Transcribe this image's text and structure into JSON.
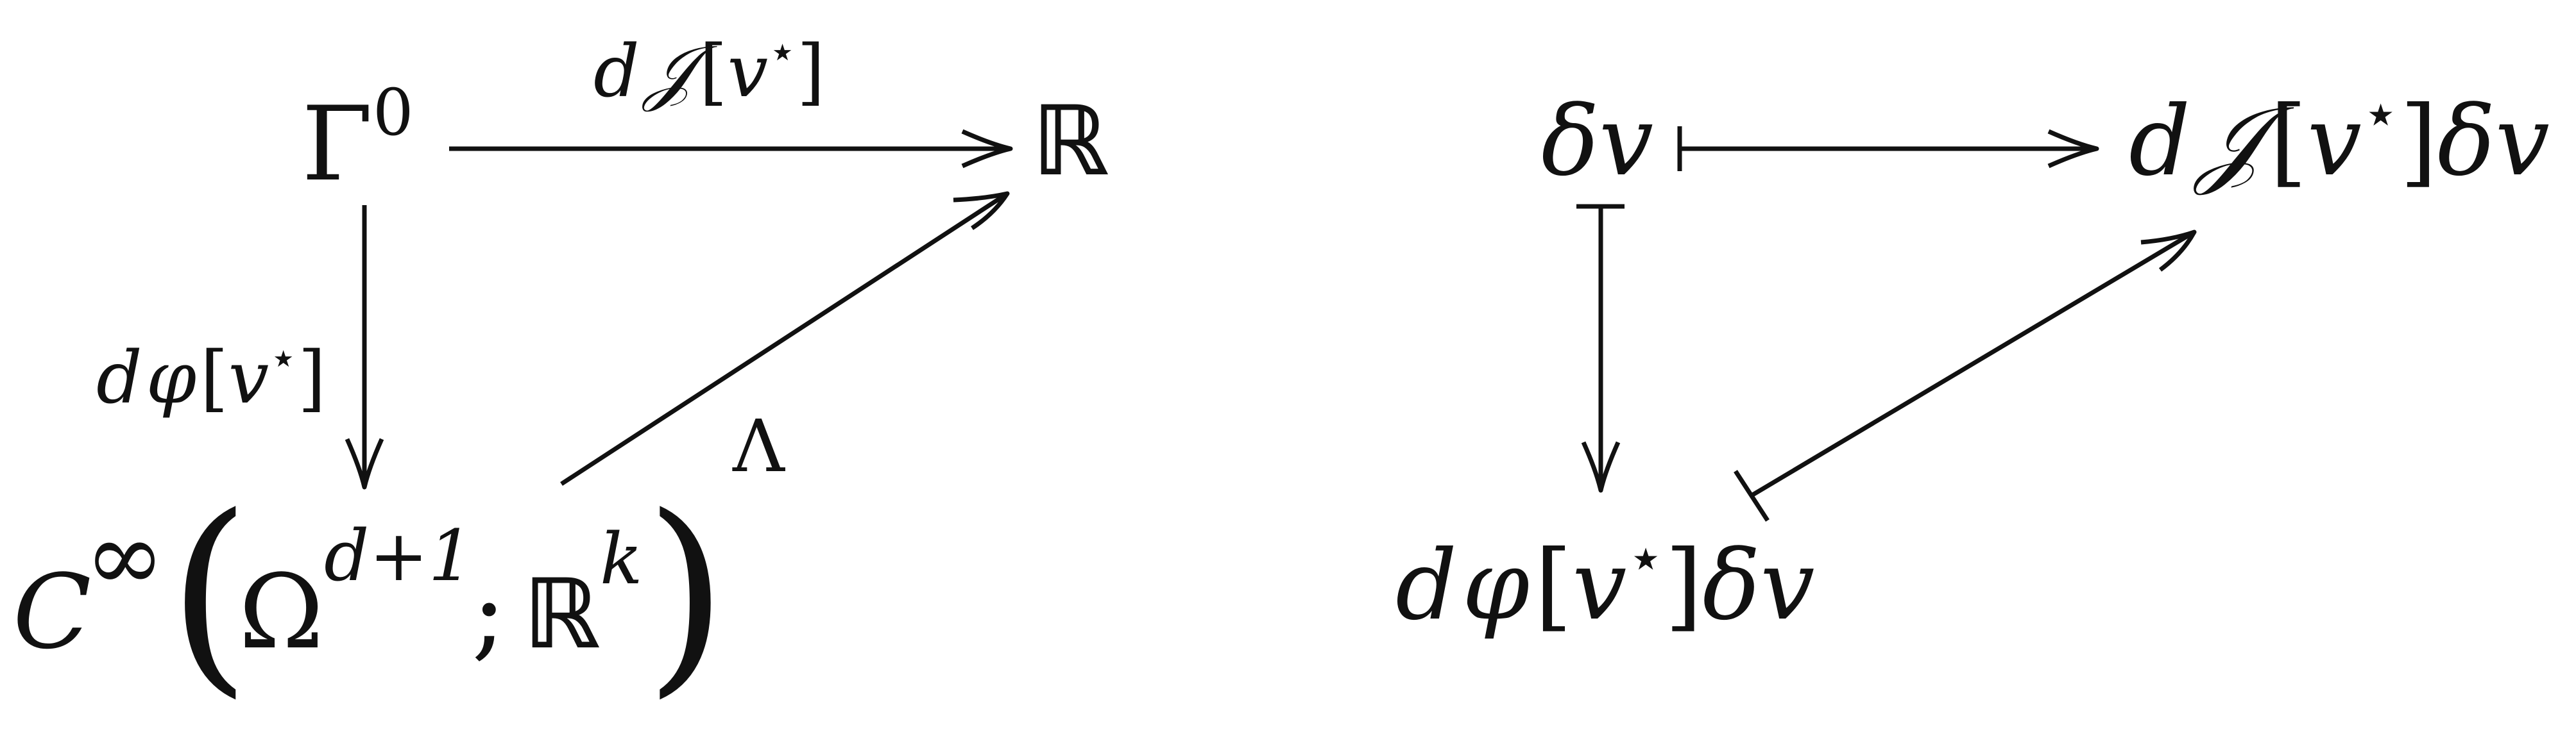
{
  "left_diagram": {
    "node_gamma": {
      "base": "Γ",
      "sup": "0"
    },
    "node_reals": "ℝ",
    "node_space": {
      "c": "C",
      "c_sup": "∞",
      "open_paren": "(",
      "omega": "Ω",
      "omega_sup": "d+1",
      "semicolon": ";",
      "r": "ℝ",
      "r_sup": "k",
      "close_paren": ")"
    },
    "label_top": {
      "d": "d",
      "J": "𝒥",
      "open": "[",
      "v": "v",
      "star": "⋆",
      "close": "]"
    },
    "label_left": {
      "d": "d",
      "phi": "φ",
      "open": "[",
      "v": "v",
      "star": "⋆",
      "close": "]"
    },
    "label_diag": "Λ"
  },
  "right_diagram": {
    "node_dv": {
      "delta": "δ",
      "v": "v"
    },
    "node_dJ": {
      "d": "d",
      "J": "𝒥",
      "open": "[",
      "v": "v",
      "star": "⋆",
      "close": "]",
      "delta": "δ",
      "v2": "v"
    },
    "node_dphi": {
      "d": "d",
      "phi": "φ",
      "open": "[",
      "v": "v",
      "star": "⋆",
      "close": "]",
      "delta": "δ",
      "v2": "v"
    }
  },
  "colors": {
    "ink": "#111111",
    "background": "#ffffff"
  }
}
